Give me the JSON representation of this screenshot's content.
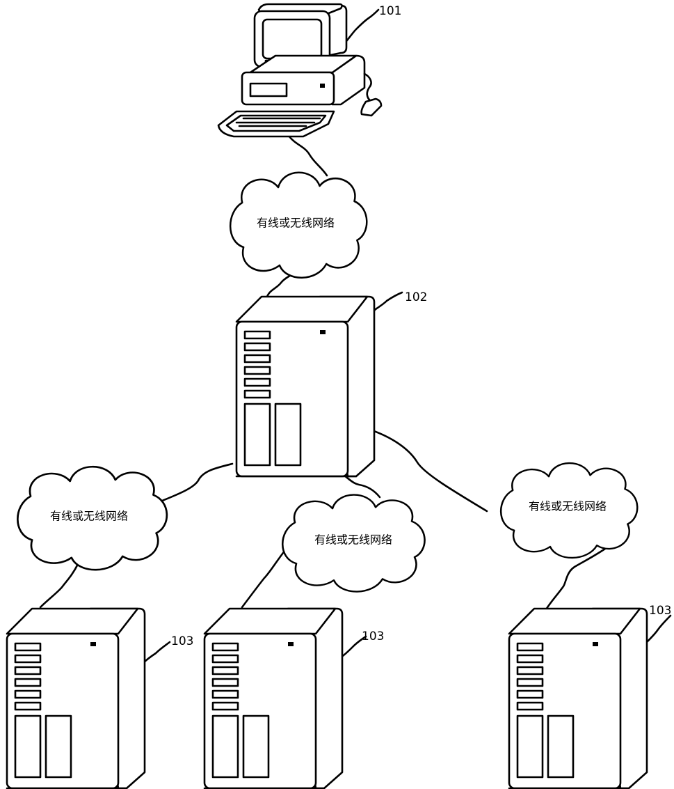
{
  "labels": {
    "terminal": "101",
    "main_server": "102",
    "sub_server_left": "103",
    "sub_server_middle": "103",
    "sub_server_right": "103"
  },
  "networks": {
    "top": "有线或无线网络",
    "left": "有线或无线网络",
    "middle": "有线或无线网络",
    "right": "有线或无线网络"
  }
}
